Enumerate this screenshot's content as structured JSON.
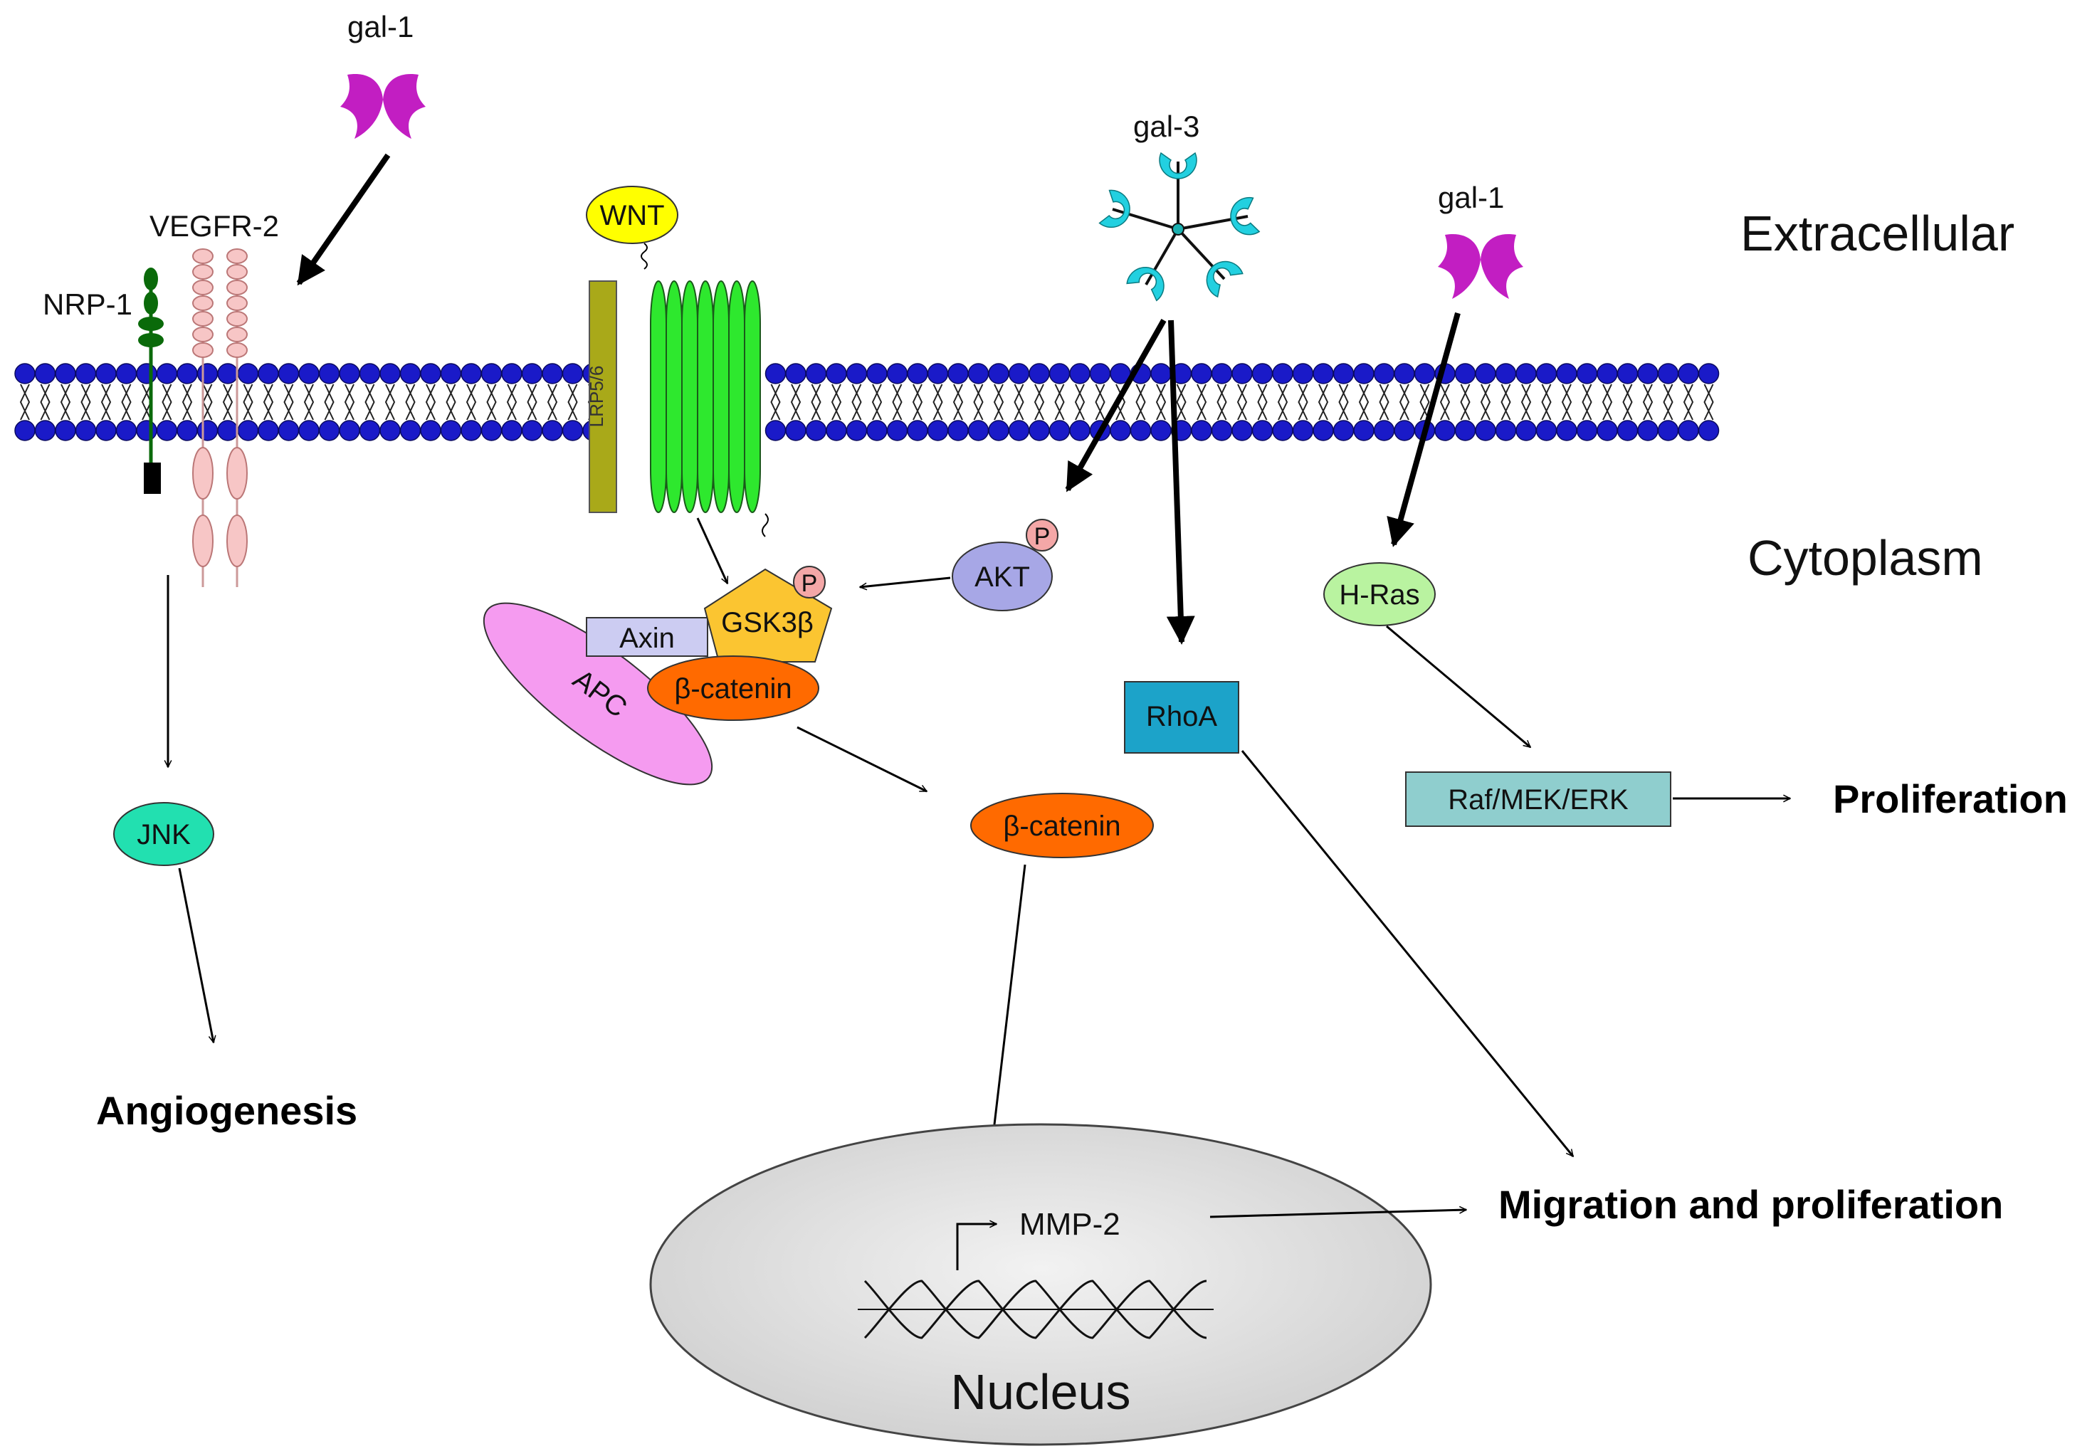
{
  "labels": {
    "gal1_left": "gal-1",
    "gal1_right": "gal-1",
    "gal3": "gal-3",
    "vegfr2": "VEGFR-2",
    "nrp1": "NRP-1",
    "wnt": "WNT",
    "lrp": "LRP5/6",
    "extracellular": "Extracellular",
    "cytoplasm": "Cytoplasm",
    "akt": "AKT",
    "p": "P",
    "gsk": "GSK3β",
    "axin": "Axin",
    "apc": "APC",
    "bcat_complex": "β-catenin",
    "bcat_free": "β-catenin",
    "rhoa": "RhoA",
    "hras": "H-Ras",
    "raf": "Raf/MEK/ERK",
    "jnk": "JNK",
    "mmp2": "MMP-2",
    "nucleus": "Nucleus",
    "angiogenesis": "Angiogenesis",
    "proliferation": "Proliferation",
    "migration": "Migration and proliferation"
  },
  "colors": {
    "membrane_head": "#1a1ac8",
    "galectin1": "#c21ec2",
    "galectin3": "#22d0e0",
    "wnt": "#ffff00",
    "lrp": "#a9a919",
    "frizzled": "#2ee82e",
    "akt": "#a7a7e6",
    "phospho": "#f4a7a7",
    "gsk": "#fbc531",
    "axin": "#ccccf2",
    "apc": "#f59bf0",
    "beta_catenin": "#ff6a00",
    "rhoa": "#1ca3c9",
    "hras": "#b9f3a0",
    "raf": "#8fcece",
    "jnk": "#22e0b0",
    "vegfr": "#f7c6c6",
    "nrp": "#0a6a0a",
    "nucleus": "#e2e2e2"
  }
}
